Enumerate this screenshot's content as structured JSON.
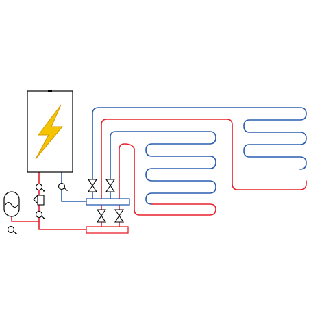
{
  "diagram": {
    "type": "electric-boiler-underfloor-heating-schematic",
    "colors": {
      "supply": "#e8202a",
      "return": "#2a5db0",
      "outline": "#000000",
      "bolt_fill": "#f5c400",
      "bolt_stroke": "#d49a00",
      "boiler_fill": "#ffffff"
    },
    "components": [
      {
        "name": "boiler",
        "icon": "lightning-bolt-icon"
      },
      {
        "name": "expansion-vessel",
        "icon": "expansion-vessel-icon"
      },
      {
        "name": "strainer-filter",
        "icon": "strainer-icon"
      },
      {
        "name": "supply-manifold"
      },
      {
        "name": "return-manifold"
      },
      {
        "name": "isolation-valves",
        "count": 4,
        "icon": "gate-valve-icon"
      },
      {
        "name": "pressure-gauges",
        "count": 4,
        "icon": "gauge-icon"
      },
      {
        "name": "heating-loops",
        "count": 2
      }
    ]
  }
}
